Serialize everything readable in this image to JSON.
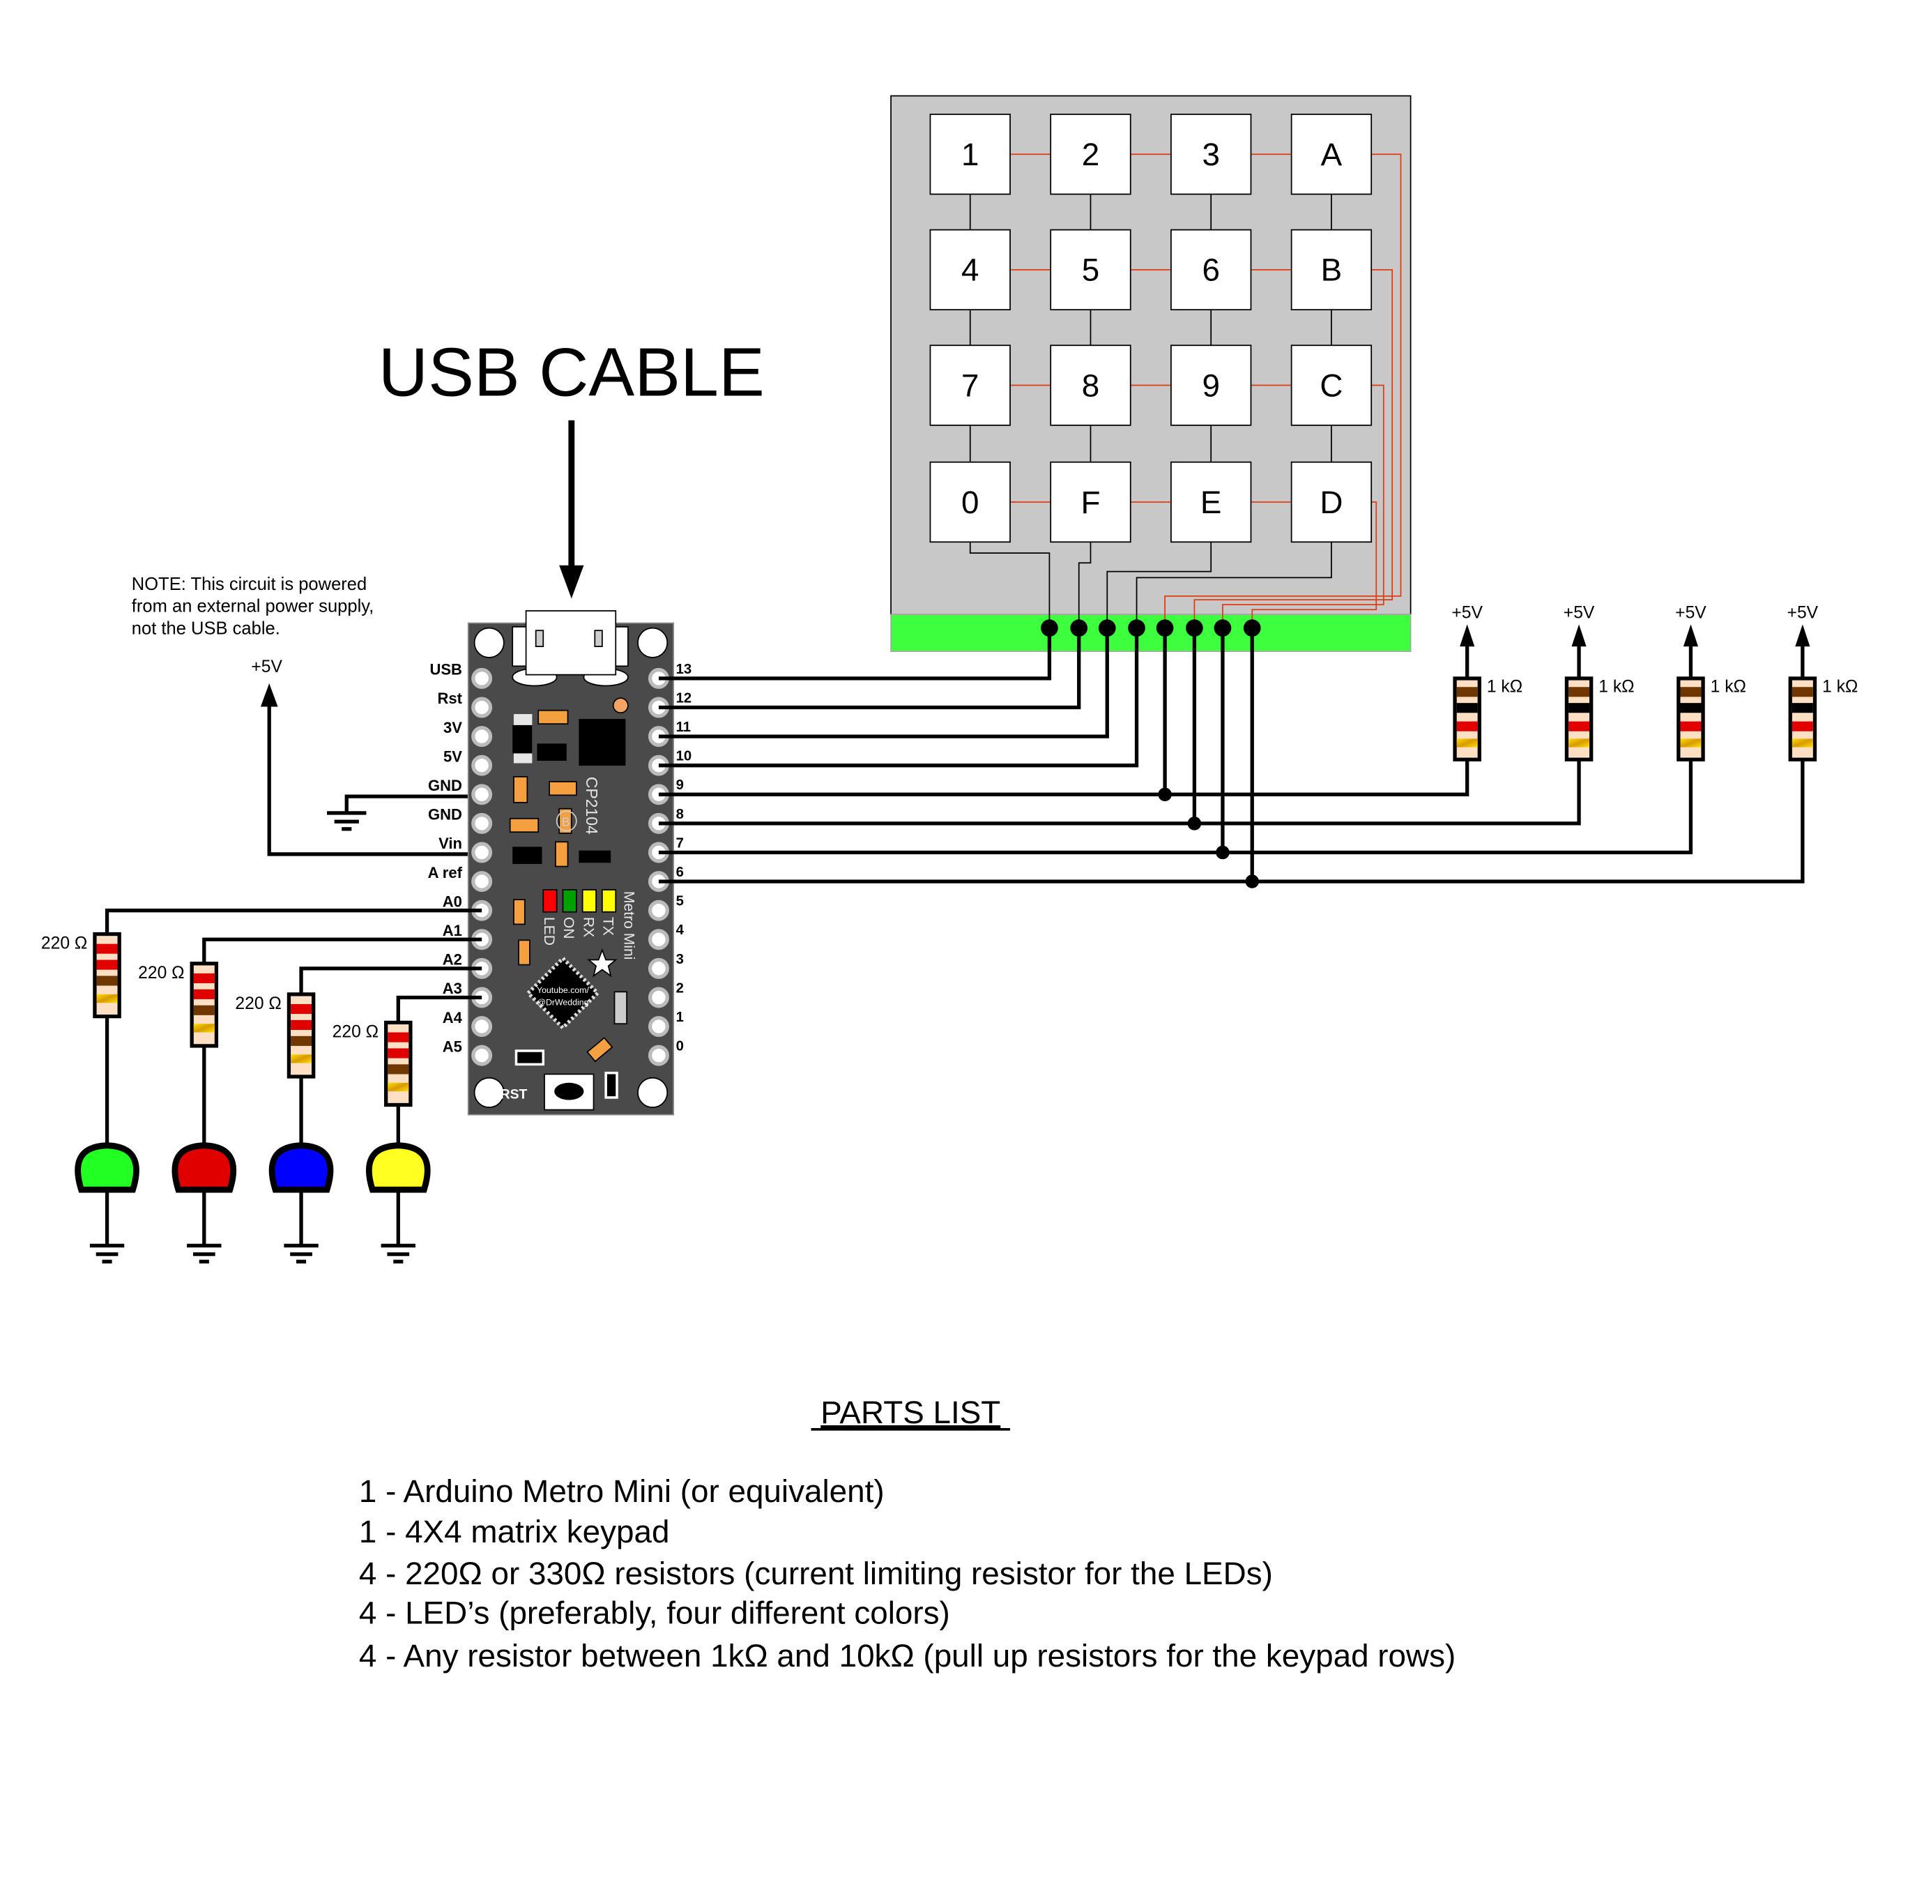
{
  "title": "USB CABLE",
  "note": [
    "NOTE: This circuit is powered",
    "from an external power supply,",
    "not the USB cable."
  ],
  "power_label": "+5V",
  "board": {
    "name": "Metro Mini",
    "chip_label": "CP2104",
    "logo_text": [
      "Youtube.com/",
      "@DrWedding"
    ],
    "reset_label": "RST",
    "led_labels": [
      "LED",
      "ON",
      "RX",
      "TX"
    ],
    "led_colors": [
      "#ff0000",
      "#00a000",
      "#ffff00",
      "#ffff00"
    ],
    "left_pins": [
      "USB",
      "Rst",
      "3V",
      "5V",
      "GND",
      "GND",
      "Vin",
      "A ref",
      "A0",
      "A1",
      "A2",
      "A3",
      "A4",
      "A5"
    ],
    "right_pins": [
      "13",
      "12",
      "11",
      "10",
      "9",
      "8",
      "7",
      "6",
      "5",
      "4",
      "3",
      "2",
      "1",
      "0"
    ]
  },
  "keypad": {
    "keys": [
      [
        "1",
        "2",
        "3",
        "A"
      ],
      [
        "4",
        "5",
        "6",
        "B"
      ],
      [
        "7",
        "8",
        "9",
        "C"
      ],
      [
        "0",
        "F",
        "E",
        "D"
      ]
    ],
    "connector_color": "#3dff3d",
    "body_color": "#c8c8c8",
    "row_wire_color": "#e03c14"
  },
  "led_resistors": {
    "label": "220 Ω",
    "bands": [
      "#e00000",
      "#e00000",
      "#703800",
      "#e8b800"
    ]
  },
  "leds": [
    {
      "color_name": "green",
      "color": "#22ff22",
      "pin": "A0"
    },
    {
      "color_name": "red",
      "color": "#e00000",
      "pin": "A1"
    },
    {
      "color_name": "blue",
      "color": "#0000ff",
      "pin": "A2"
    },
    {
      "color_name": "yellow",
      "color": "#ffff22",
      "pin": "A3"
    }
  ],
  "pullup_resistors": {
    "label": "1 kΩ",
    "supply": "+5V",
    "bands": [
      "#703800",
      "#000000",
      "#e00000",
      "#e8b800"
    ],
    "pins": [
      "9",
      "8",
      "7",
      "6"
    ]
  },
  "parts_list": {
    "heading": "PARTS LIST",
    "items": [
      "1 - Arduino Metro Mini (or equivalent)",
      "1 - 4X4 matrix keypad",
      "4 - 220Ω or 330Ω resistors (current limiting resistor for the LEDs)",
      "4 - LED’s (preferably, four different colors)",
      "4 - Any resistor between 1kΩ and 10kΩ (pull up resistors for the keypad rows)"
    ]
  }
}
